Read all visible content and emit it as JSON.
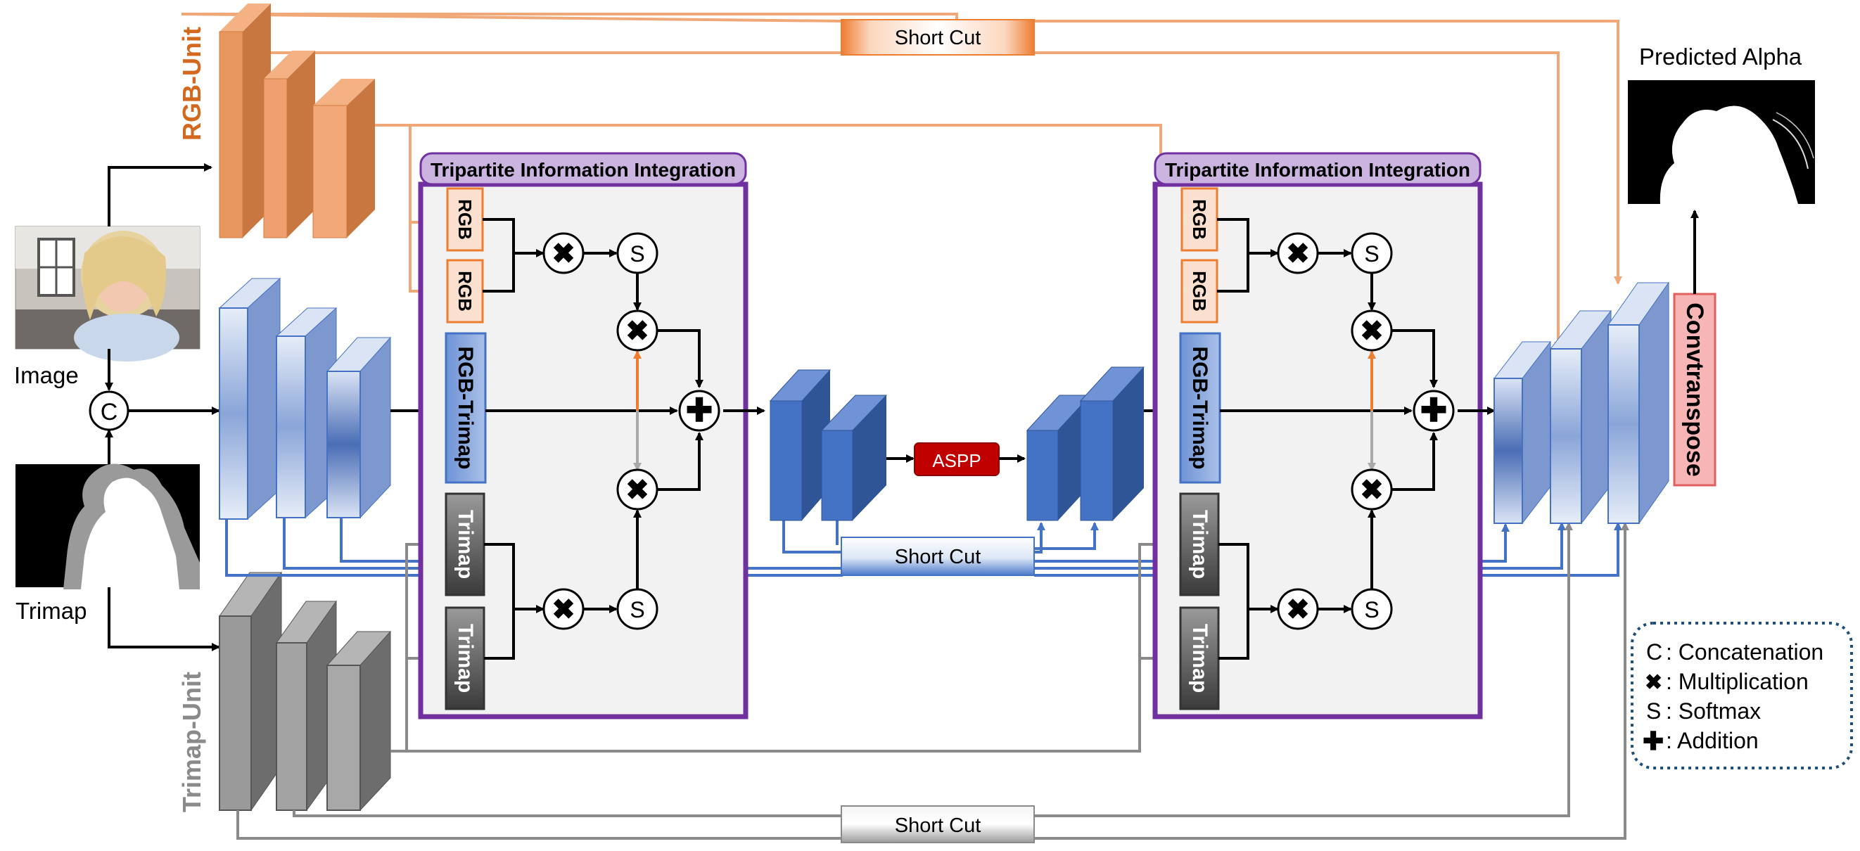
{
  "labels": {
    "rgb_unit": "RGB-Unit",
    "trimap_unit": "Trimap-Unit",
    "image": "Image",
    "trimap_input": "Trimap",
    "predicted_alpha": "Predicted Alpha",
    "convtranspose": "Convtranspose",
    "aspp": "ASPP",
    "concat_symbol": "C",
    "softmax_symbol": "S"
  },
  "shortcuts": {
    "top": "Short Cut",
    "middle": "Short Cut",
    "bottom": "Short Cut"
  },
  "tii_blocks": [
    {
      "title": "Tripartite Information Integration",
      "rgb_top": "RGB",
      "rgb_bottom": "RGB",
      "rgb_trimap": "RGB-Trimap",
      "trimap_top": "Trimap",
      "trimap_bottom": "Trimap"
    },
    {
      "title": "Tripartite Information Integration",
      "rgb_top": "RGB",
      "rgb_bottom": "RGB",
      "rgb_trimap": "RGB-Trimap",
      "trimap_top": "Trimap",
      "trimap_bottom": "Trimap"
    }
  ],
  "legend": [
    {
      "symbol": "C",
      "text": ": Concatenation"
    },
    {
      "symbol": "multiply-icon",
      "text": ": Multiplication"
    },
    {
      "symbol": "S",
      "text": ": Softmax"
    },
    {
      "symbol": "add-icon",
      "text": ": Addition"
    }
  ],
  "colors": {
    "rgb": "#f0a878",
    "rgb_dark": "#c86a30",
    "trimap_gray": "#8a8a8a",
    "blue": "#4472c4",
    "purple": "#7030a0",
    "aspp_red": "#c00000",
    "conv_pink": "#f7b5b5"
  }
}
